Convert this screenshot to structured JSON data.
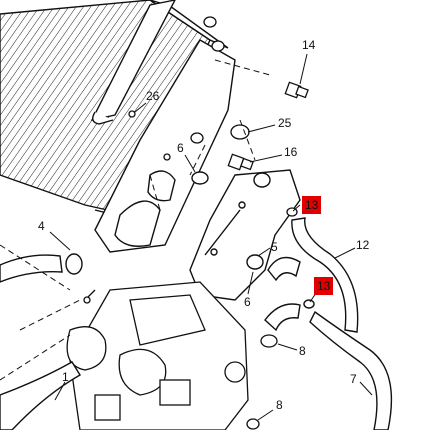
{
  "callouts": [
    {
      "id": "c14",
      "text": "14"
    },
    {
      "id": "c26",
      "text": "26"
    },
    {
      "id": "c25",
      "text": "25"
    },
    {
      "id": "c6a",
      "text": "6"
    },
    {
      "id": "c16",
      "text": "16"
    },
    {
      "id": "c13a",
      "text": "13",
      "highlighted": true
    },
    {
      "id": "c4",
      "text": "4"
    },
    {
      "id": "c12",
      "text": "12"
    },
    {
      "id": "c5",
      "text": "5"
    },
    {
      "id": "c13b",
      "text": "13",
      "highlighted": true
    },
    {
      "id": "c6b",
      "text": "6"
    },
    {
      "id": "c1",
      "text": "1"
    },
    {
      "id": "c8a",
      "text": "8"
    },
    {
      "id": "c7",
      "text": "7"
    },
    {
      "id": "c8b",
      "text": "8"
    }
  ],
  "colors": {
    "line": "#111111",
    "highlight": "#e00000",
    "background": "#ffffff"
  }
}
